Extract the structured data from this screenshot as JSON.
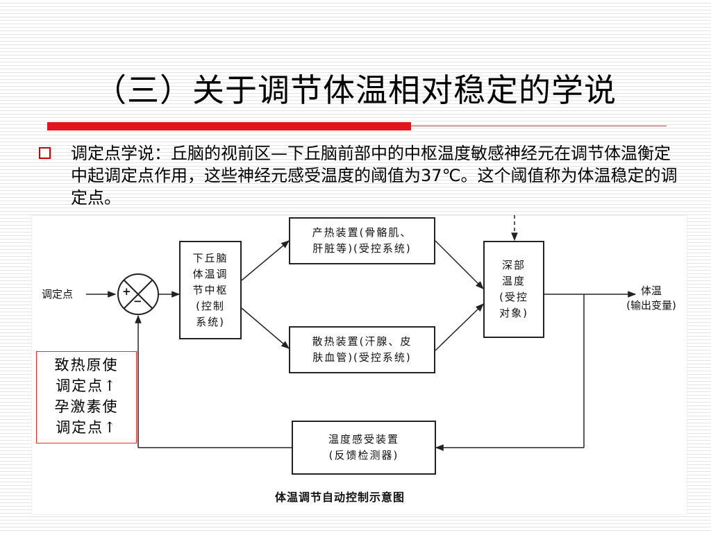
{
  "slide": {
    "title": "（三）关于调节体温相对稳定的学说",
    "body": "调定点学说：丘脑的视前区—下丘脑前部中的中枢温度敏感神经元在调节体温衡定中起调定点作用，这些神经元感受温度的阈值为37℃。这个阈值称为体温稳定的调定点。"
  },
  "diagram": {
    "caption": "体温调节自动控制示意图",
    "setpoint_label": "调定点",
    "plus_sign": "+",
    "minus_sign": "−",
    "nodes": {
      "hypothalamus": "下丘脑\n体温调\n节中枢\n(控制\n系统)",
      "heat_production": "产热装置(骨骼肌、\n肝脏等)(受控系统)",
      "heat_dissipation": "散热装置(汗腺、皮\n肤血管)(受控系统)",
      "deep_temperature": "深部\n温度\n(受控\n对象)",
      "sensor": "温度感受装置\n(反馈检测器)"
    },
    "output_label": "体温\n(输出变量)",
    "note": "致热原使\n调定点↑\n孕激素使\n调定点↑"
  }
}
